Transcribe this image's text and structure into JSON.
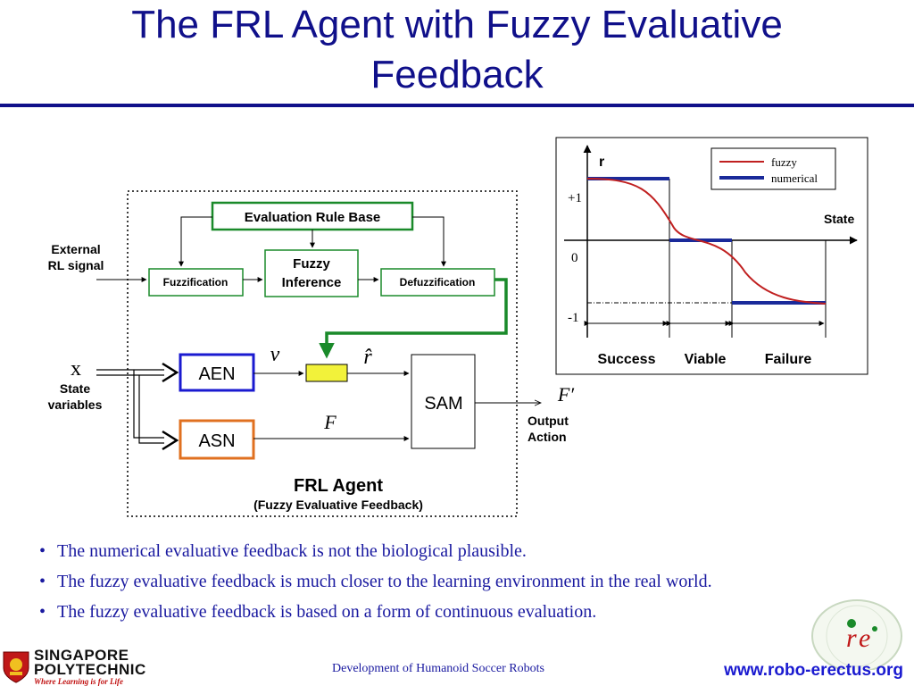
{
  "slide": {
    "title_line1": "The FRL Agent with Fuzzy Evaluative",
    "title_line2": "Feedback"
  },
  "diagram": {
    "rule_base": "Evaluation Rule Base",
    "fuzzification": "Fuzzification",
    "fuzzy_inference_line1": "Fuzzy",
    "fuzzy_inference_line2": "Inference",
    "defuzzification": "Defuzzification",
    "external_line1": "External",
    "external_line2": "RL signal",
    "x_symbol": "x",
    "state_line1": "State",
    "state_line2": "variables",
    "aen": "AEN",
    "asn": "ASN",
    "sam": "SAM",
    "nu": "ν",
    "r_hat": "r̂",
    "f": "F",
    "f_prime": "F′",
    "output_line1": "Output",
    "output_line2": "Action",
    "agent_title": "FRL Agent",
    "agent_subtitle": "(Fuzzy Evaluative Feedback)",
    "colors": {
      "green": "#1a8a2a",
      "blue": "#1a1ad0",
      "orange": "#e07020",
      "yellow": "#f2f23a"
    }
  },
  "chart_data": {
    "type": "line",
    "ylabel": "r",
    "xlabel": "State",
    "y_ticks": [
      "+1",
      "0",
      "-1"
    ],
    "regions": [
      "Success",
      "Viable",
      "Failure"
    ],
    "series": [
      {
        "name": "fuzzy",
        "color": "#c02020",
        "shape": "smooth sigmoid from +1 to 0 to -1"
      },
      {
        "name": "numerical",
        "color": "#1a2a9a",
        "values_by_region": [
          1,
          0,
          -1
        ]
      }
    ]
  },
  "bullets": [
    "The numerical evaluative feedback is not the biological plausible.",
    "The fuzzy evaluative feedback is much closer to the learning environment in the real world.",
    "The fuzzy evaluative feedback is based on a form of continuous evaluation."
  ],
  "footer": {
    "center_text": "Development of Humanoid Soccer Robots",
    "url": "www.robo-erectus.org",
    "logo_line1": "SINGAPORE",
    "logo_line2": "POLYTECHNIC",
    "logo_tagline": "Where Learning is for Life"
  }
}
